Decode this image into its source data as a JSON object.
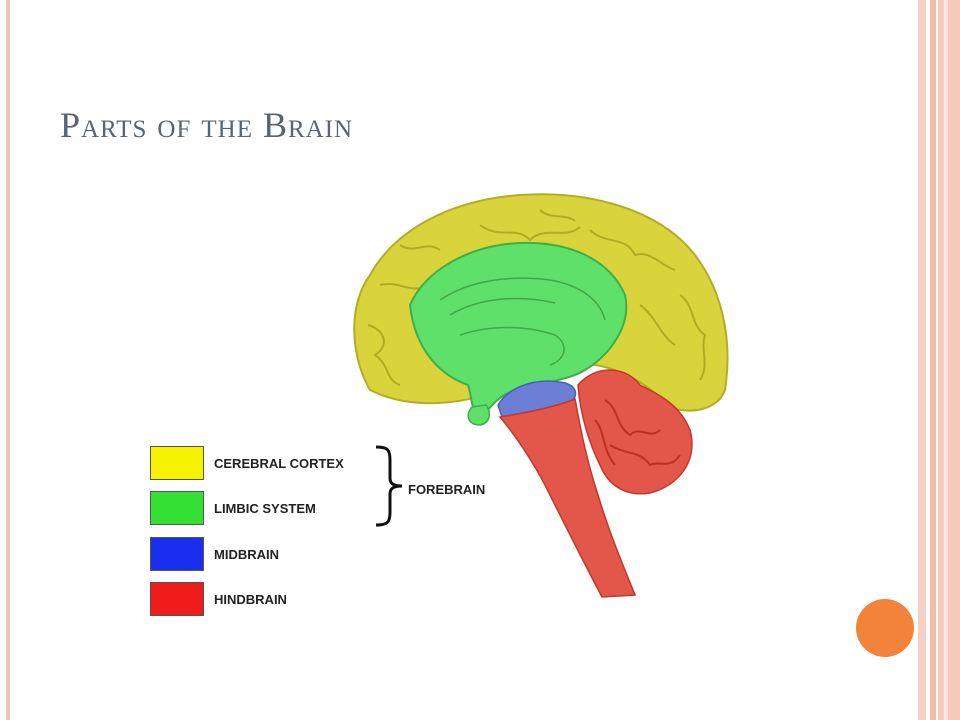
{
  "slide": {
    "title": "Parts of the Brain"
  },
  "legend": {
    "items": [
      {
        "label": "CEREBRAL CORTEX",
        "color": "#f7f300"
      },
      {
        "label": "LIMBIC SYSTEM",
        "color": "#33e033"
      },
      {
        "label": "MIDBRAIN",
        "color": "#1a2ef0"
      },
      {
        "label": "HINDBRAIN",
        "color": "#f01c1c"
      }
    ],
    "group_label": "FOREBRAIN"
  },
  "colors": {
    "cortex": "#d9d43c",
    "limbic": "#5fe06a",
    "midbrain": "#6b7fd6",
    "hindbrain": "#e2574a",
    "accent": "#f4833a"
  }
}
